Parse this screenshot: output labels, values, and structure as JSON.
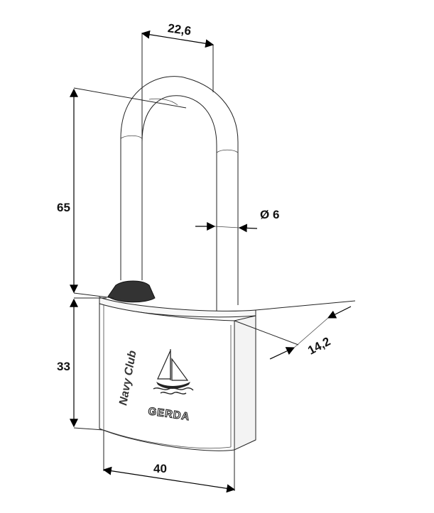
{
  "dimensions": {
    "shackle_width": "22,6",
    "shackle_height": "65",
    "shackle_diameter": "Ø 6",
    "body_depth": "14,2",
    "body_height": "33",
    "body_width": "40"
  },
  "engravings": {
    "brand_line": "Navy Club",
    "logo": "GERDA"
  },
  "icons": {
    "sailboat": "sailboat-icon"
  }
}
